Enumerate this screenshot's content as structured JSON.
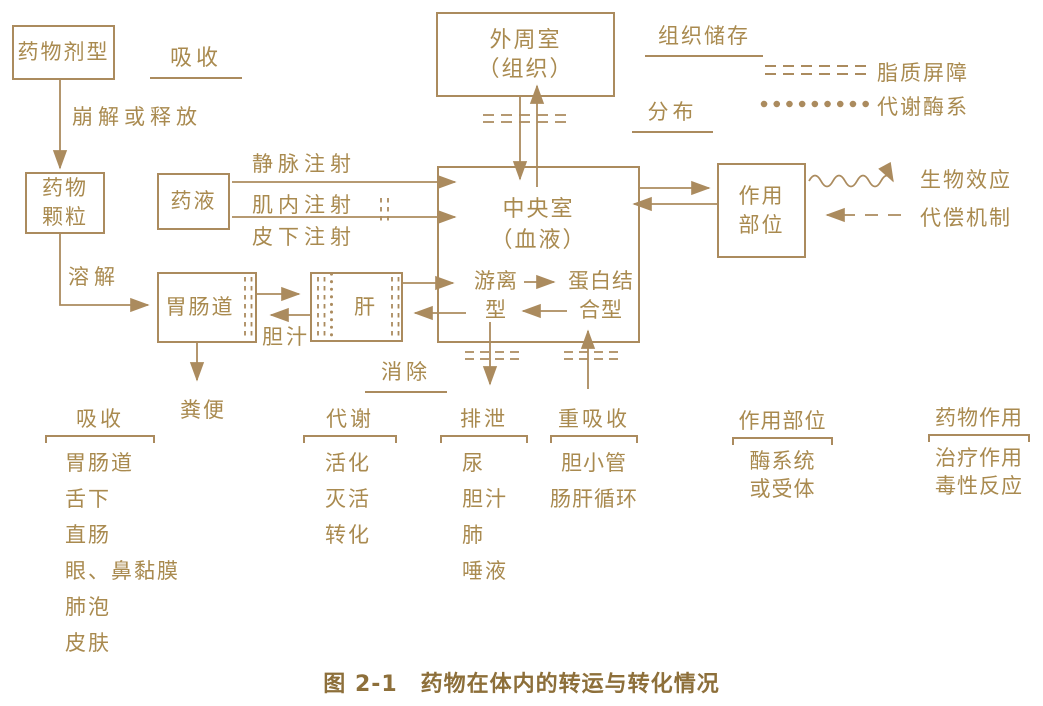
{
  "figure": {
    "caption": "图 2-1　药物在体内的转运与转化情况"
  },
  "boxes": {
    "dosage_form": "药物剂型",
    "particles_line1": "药物",
    "particles_line2": "颗粒",
    "solution": "药液",
    "gi_tract": "胃肠道",
    "liver": "肝",
    "central_line1": "中央室",
    "central_line2": "（血液）",
    "free_line1": "游离",
    "free_line2": "型",
    "bound_line1": "蛋白结",
    "bound_line2": "合型",
    "peripheral_line1": "外周室",
    "peripheral_line2": "（组织）",
    "action_site_line1": "作用",
    "action_site_line2": "部位"
  },
  "labels": {
    "absorption_top": "吸收",
    "disintegration_release": "崩解或释放",
    "dissolution": "溶解",
    "iv_injection": "静脉注射",
    "im_injection": "肌内注射",
    "sc_injection": "皮下注射",
    "bile": "胆汁",
    "elimination": "消除",
    "feces": "粪便",
    "tissue_storage": "组织储存",
    "distribution": "分布",
    "lipid_barrier": "脂质屏障",
    "metabolic_enzymes": "代谢酶系",
    "biological_effect": "生物效应",
    "compensatory_mechanism": "代偿机制"
  },
  "lists": [
    {
      "title": "吸收",
      "items": [
        "胃肠道",
        "舌下",
        "直肠",
        "眼、鼻黏膜",
        "肺泡",
        "皮肤"
      ]
    },
    {
      "title": "代谢",
      "items": [
        "活化",
        "灭活",
        "转化"
      ]
    },
    {
      "title": "排泄",
      "items": [
        "尿",
        "胆汁",
        "肺",
        "唾液"
      ]
    },
    {
      "title": "重吸收",
      "items": [
        "胆小管",
        "肠肝循环"
      ]
    },
    {
      "title": "作用部位",
      "items": [
        "酶系统",
        "或受体"
      ]
    },
    {
      "title": "药物作用",
      "items": [
        "治疗作用",
        "毒性反应"
      ]
    }
  ],
  "colors": {
    "ink": "#a98a4f",
    "line": "#ab8b5e",
    "caption": "#8d6f3a",
    "background": "#ffffff"
  }
}
